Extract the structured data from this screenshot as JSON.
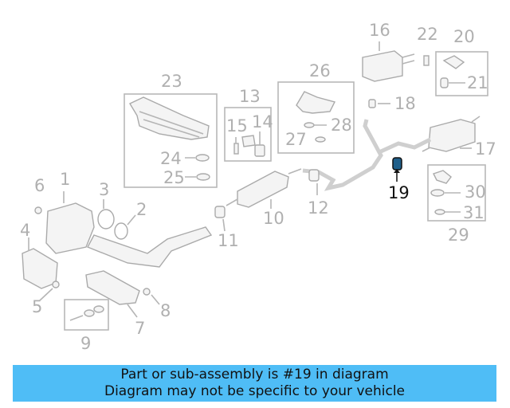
{
  "callouts": {
    "c1": "1",
    "c2": "2",
    "c3": "3",
    "c4": "4",
    "c5": "5",
    "c6": "6",
    "c7": "7",
    "c8": "8",
    "c9": "9",
    "c10": "10",
    "c11": "11",
    "c12": "12",
    "c13": "13",
    "c14": "14",
    "c15": "15",
    "c16": "16",
    "c17": "17",
    "c18": "18",
    "c19": "19",
    "c20": "20",
    "c21": "21",
    "c22": "22",
    "c23": "23",
    "c24": "24",
    "c25": "25",
    "c26": "26",
    "c27": "27",
    "c28": "28",
    "c29": "29",
    "c30": "30",
    "c31": "31"
  },
  "highlight_color": "#111111",
  "part_color": "#b0b0b0",
  "banner": {
    "line1": "Part or sub-assembly is #19 in diagram",
    "line2": "Diagram may not be specific to your vehicle",
    "color": "#4fbdf6"
  }
}
